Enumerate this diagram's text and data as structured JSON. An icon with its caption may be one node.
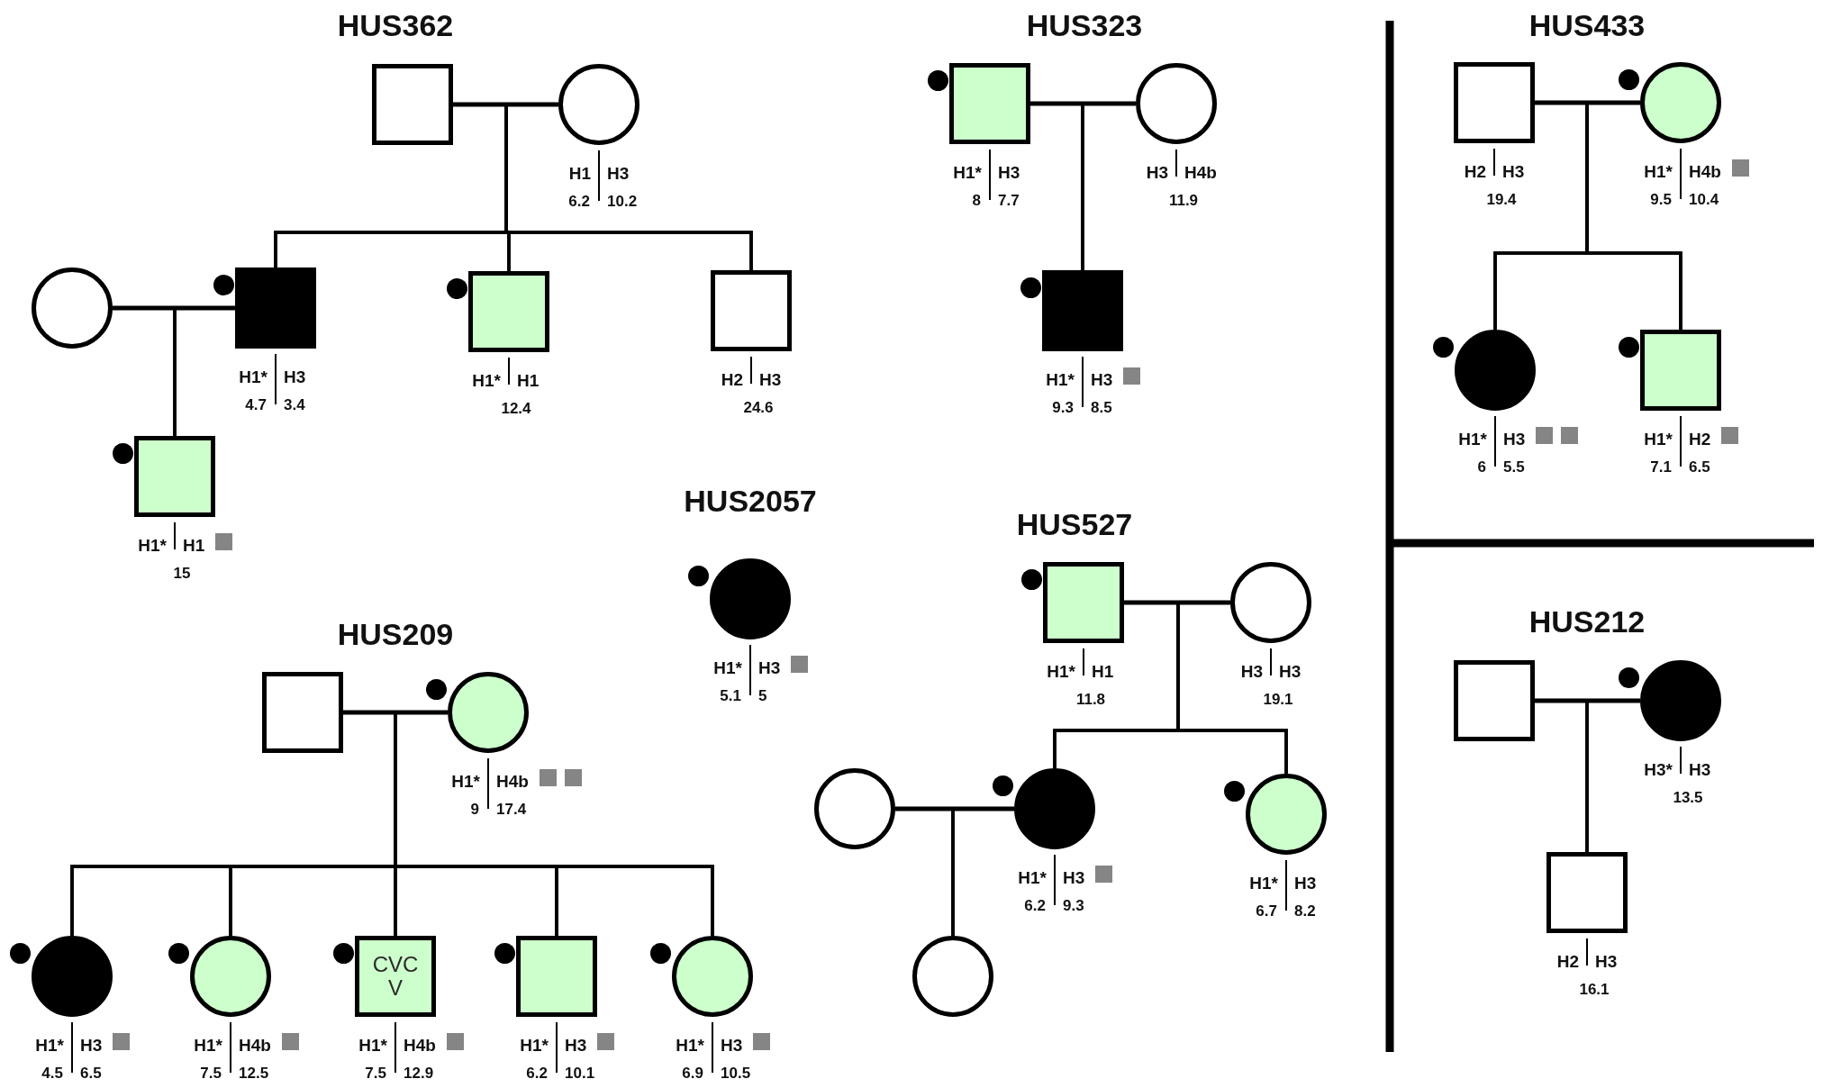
{
  "diagram": {
    "nodes": [
      {
        "text": [],
        "shape": "box"
      },
      {
        "text": [],
        "shape": "circle",
        "beside": [
          "H1",
          "H3",
          "6.2",
          "10.2"
        ]
      },
      {
        "text": [],
        "shape": "circle"
      },
      {
        "text": [],
        "shape": "box",
        "beside": [
          "H1*",
          "H3",
          "4.7",
          "3.4"
        ]
      },
      {
        "text": [],
        "shape": "box",
        "beside": [
          "H1*",
          "H1",
          "12.4"
        ]
      },
      {
        "text": [],
        "shape": "box",
        "beside": [
          "H2",
          "H3",
          "24.6"
        ]
      },
      {
        "text": [],
        "shape": "box",
        "beside": [
          "H1*",
          "H1",
          "15"
        ]
      },
      {
        "text": [],
        "shape": "box",
        "beside": [
          "H1*",
          "H3",
          "8",
          "7.7"
        ]
      },
      {
        "text": [],
        "shape": "circle",
        "beside": [
          "H3",
          "H4b",
          "11.9"
        ]
      },
      {
        "text": [],
        "shape": "box",
        "beside": [
          "H1*",
          "H3",
          "9.3",
          "8.5"
        ]
      },
      {
        "text": [],
        "shape": "box",
        "beside": [
          "H2",
          "H3",
          "19.4"
        ]
      },
      {
        "text": [],
        "shape": "circle",
        "beside": [
          "H1*",
          "H4b",
          "9.5",
          "10.4"
        ]
      },
      {
        "text": [],
        "shape": "circle",
        "beside": [
          "H1*",
          "H3",
          "6",
          "5.5"
        ]
      },
      {
        "text": [],
        "shape": "box",
        "beside": [
          "H1*",
          "H2",
          "7.1",
          "6.5"
        ]
      },
      {
        "text": [],
        "shape": "circle",
        "beside": [
          "H1*",
          "H3",
          "5.1",
          "5"
        ]
      },
      {
        "text": [],
        "shape": "box",
        "beside": [
          "H1*",
          "H1",
          "11.8"
        ]
      },
      {
        "text": [],
        "shape": "circle",
        "beside": [
          "H3",
          "H3",
          "19.1"
        ]
      },
      {
        "text": [],
        "shape": "circle"
      },
      {
        "text": [],
        "shape": "circle",
        "beside": [
          "H1*",
          "H3",
          "6.2",
          "9.3"
        ]
      },
      {
        "text": [],
        "shape": "circle",
        "beside": [
          "H1*",
          "H3",
          "6.7",
          "8.2"
        ]
      },
      {
        "text": [],
        "shape": "circle"
      },
      {
        "text": [],
        "shape": "box"
      },
      {
        "text": [],
        "shape": "circle",
        "beside": [
          "H1*",
          "H4b",
          "9",
          "17.4"
        ]
      },
      {
        "text": [],
        "shape": "circle",
        "beside": [
          "H1*",
          "H3",
          "4.5",
          "6.5"
        ]
      },
      {
        "text": [],
        "shape": "circle",
        "beside": [
          "H1*",
          "H4b",
          "7.5",
          "12.5"
        ]
      },
      {
        "text": [
          "CVC V"
        ],
        "beside": [
          "H1*",
          "H4b",
          "7.5",
          "12.9"
        ]
      },
      {
        "text": [],
        "shape": "box",
        "beside": [
          "H1*",
          "H3",
          "6.2",
          "10.1"
        ]
      },
      {
        "text": [],
        "shape": "circle",
        "beside": [
          "H1*",
          "H3",
          "6.9",
          "10.5"
        ]
      },
      {
        "text": [],
        "shape": "box"
      },
      {
        "text": [],
        "shape": "circle",
        "beside": [
          "H3*",
          "H3",
          "13.5"
        ]
      },
      {
        "text": [],
        "shape": "box",
        "beside": [
          "H2",
          "H3",
          "16.1"
        ]
      }
    ],
    "edges": [
      {
        "from": 0,
        "to": 1,
        "arrow": "none"
      },
      {
        "from": 0,
        "to": 3,
        "arrow": "none"
      },
      {
        "from": 1,
        "to": 3,
        "arrow": "none"
      },
      {
        "from": 0,
        "to": 4,
        "arrow": "none"
      },
      {
        "from": 1,
        "to": 4,
        "arrow": "none"
      },
      {
        "from": 0,
        "to": 5,
        "arrow": "none"
      },
      {
        "from": 1,
        "to": 5,
        "arrow": "none"
      },
      {
        "from": 2,
        "to": 3,
        "arrow": "none"
      },
      {
        "from": 2,
        "to": 6,
        "arrow": "none"
      },
      {
        "from": 3,
        "to": 6,
        "arrow": "none"
      },
      {
        "from": 7,
        "to": 8,
        "arrow": "none"
      },
      {
        "from": 7,
        "to": 9,
        "arrow": "none"
      },
      {
        "from": 8,
        "to": 9,
        "arrow": "none"
      },
      {
        "from": 10,
        "to": 11,
        "arrow": "none"
      },
      {
        "from": 10,
        "to": 12,
        "arrow": "none"
      },
      {
        "from": 11,
        "to": 12,
        "arrow": "none"
      },
      {
        "from": 10,
        "to": 13,
        "arrow": "none"
      },
      {
        "from": 11,
        "to": 13,
        "arrow": "none"
      },
      {
        "from": 15,
        "to": 16,
        "arrow": "none"
      },
      {
        "from": 15,
        "to": 18,
        "arrow": "none"
      },
      {
        "from": 16,
        "to": 18,
        "arrow": "none"
      },
      {
        "from": 15,
        "to": 19,
        "arrow": "none"
      },
      {
        "from": 16,
        "to": 19,
        "arrow": "none"
      },
      {
        "from": 17,
        "to": 18,
        "arrow": "none"
      },
      {
        "from": 17,
        "to": 20,
        "arrow": "none"
      },
      {
        "from": 18,
        "to": 20,
        "arrow": "none"
      },
      {
        "from": 21,
        "to": 22,
        "arrow": "none"
      },
      {
        "from": 21,
        "to": 23,
        "arrow": "none"
      },
      {
        "from": 22,
        "to": 23,
        "arrow": "none"
      },
      {
        "from": 21,
        "to": 24,
        "arrow": "none"
      },
      {
        "from": 22,
        "to": 24,
        "arrow": "none"
      },
      {
        "from": 21,
        "to": 25,
        "arrow": "none"
      },
      {
        "from": 22,
        "to": 25,
        "arrow": "none"
      },
      {
        "from": 21,
        "to": 26,
        "arrow": "none"
      },
      {
        "from": 22,
        "to": 26,
        "arrow": "none"
      },
      {
        "from": 21,
        "to": 27,
        "arrow": "none"
      },
      {
        "from": 22,
        "to": 27,
        "arrow": "none"
      },
      {
        "from": 28,
        "to": 29,
        "arrow": "none"
      },
      {
        "from": 28,
        "to": 30,
        "arrow": "none"
      },
      {
        "from": 29,
        "to": 30,
        "arrow": "none"
      }
    ],
    "labels": [
      "HUS362",
      "HUS323",
      "HUS433",
      "HUS2057",
      "HUS527",
      "HUS212",
      "HUS209"
    ]
  }
}
